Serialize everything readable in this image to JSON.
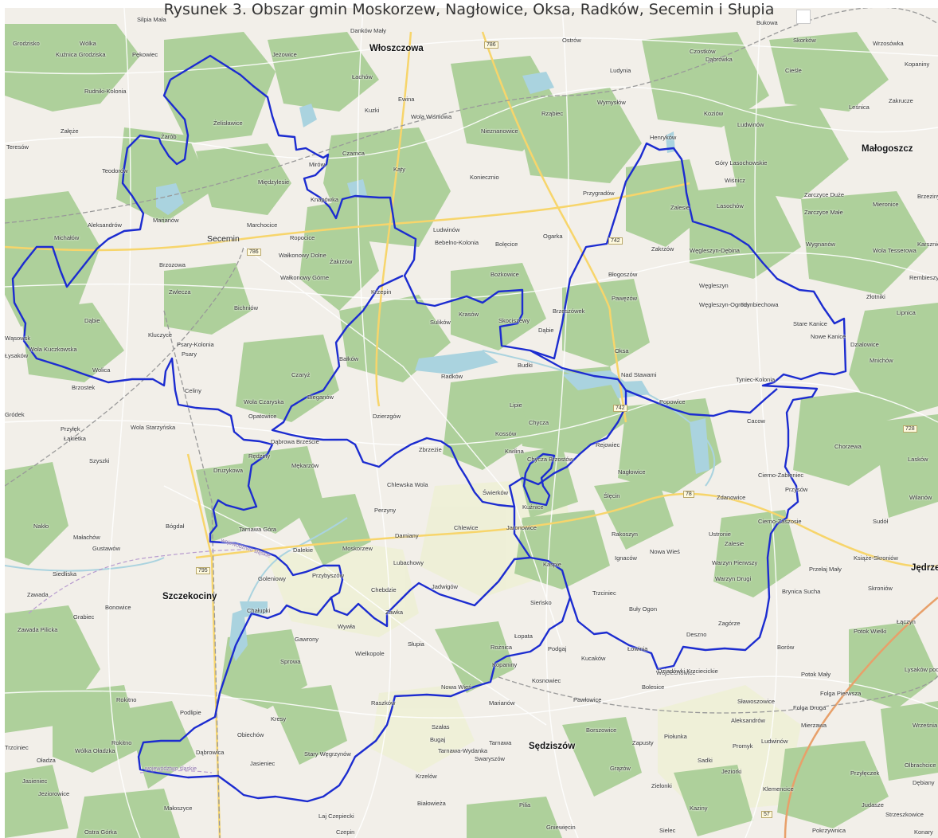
{
  "caption": "Rysunek 3. Obszar gmin Moskorzew, Nagłowice, Oksa, Radków, Secemin i Słupia",
  "colors": {
    "boundary": "#1c2cd0",
    "forest": "#aed09b",
    "farmland": "#eef0d5",
    "water": "#aad3df",
    "background": "#f2efe9",
    "road_major": "#f7d56b",
    "rail": "#999999"
  },
  "labels": {
    "cities": [
      {
        "name": "Włoszczowa"
      },
      {
        "name": "Szczekociny"
      },
      {
        "name": "Sędziszów"
      },
      {
        "name": "Małogoszcz"
      },
      {
        "name": "Jędrzej"
      }
    ],
    "villages": [
      {
        "name": "Silpia Mała"
      },
      {
        "name": "Danków Mały"
      },
      {
        "name": "Grodzisko"
      },
      {
        "name": "Wólka"
      },
      {
        "name": "Kuźnica Grodziska"
      },
      {
        "name": "Pękowiec"
      },
      {
        "name": "Jeżowice"
      },
      {
        "name": "Ostrów"
      },
      {
        "name": "Czostków"
      },
      {
        "name": "Bukowa"
      },
      {
        "name": "Skorków"
      },
      {
        "name": "Wrzosówka"
      },
      {
        "name": "Dąbrówka"
      },
      {
        "name": "Łachów"
      },
      {
        "name": "Ludynia"
      },
      {
        "name": "Kopaniny"
      },
      {
        "name": "Ewina"
      },
      {
        "name": "Cieśle"
      },
      {
        "name": "Kuzki"
      },
      {
        "name": "Wymysłów"
      },
      {
        "name": "Rudniki-Kolonia"
      },
      {
        "name": "Wola Wiśniowa"
      },
      {
        "name": "Rząbiec"
      },
      {
        "name": "Koziów"
      },
      {
        "name": "Leśnica"
      },
      {
        "name": "Zakrucze"
      },
      {
        "name": "Załęże"
      },
      {
        "name": "Żelisławice"
      },
      {
        "name": "Nieznanowice"
      },
      {
        "name": "Ludwinów"
      },
      {
        "name": "Henryków"
      },
      {
        "name": "Żarób"
      },
      {
        "name": "Czarnca"
      },
      {
        "name": "Teresów"
      },
      {
        "name": "Teodorów"
      },
      {
        "name": "Mirów"
      },
      {
        "name": "Kąty"
      },
      {
        "name": "Góry Lasochowskie"
      },
      {
        "name": "Wiśnicz"
      },
      {
        "name": "Międzylesie"
      },
      {
        "name": "Koniecznio"
      },
      {
        "name": "Przygradów"
      },
      {
        "name": "Zarczyce Duże"
      },
      {
        "name": "Brzeziny"
      },
      {
        "name": "Knapówka"
      },
      {
        "name": "Lasochów"
      },
      {
        "name": "Zarczyce Małe"
      },
      {
        "name": "Mieronice"
      },
      {
        "name": "Aleksandrów"
      },
      {
        "name": "Marianów"
      },
      {
        "name": "Marchocice"
      },
      {
        "name": "Ludwinów"
      },
      {
        "name": "Zalesie"
      },
      {
        "name": "Ogarka"
      },
      {
        "name": "Michałów"
      },
      {
        "name": "Secemin"
      },
      {
        "name": "Bolęcice"
      },
      {
        "name": "Wygnanów"
      },
      {
        "name": "Karsznice"
      },
      {
        "name": "Brzozowa"
      },
      {
        "name": "Ropocice"
      },
      {
        "name": "Bebelno-Kolonia"
      },
      {
        "name": "Zakrzów"
      },
      {
        "name": "Węgleszyn-Dębina"
      },
      {
        "name": "Wola Tesserowa"
      },
      {
        "name": "Wałkonowy Dolne"
      },
      {
        "name": "Żakrzów"
      },
      {
        "name": "Bożkowice"
      },
      {
        "name": "Błogoszów"
      },
      {
        "name": "Rembieszyce"
      },
      {
        "name": "Wałkonowy Górne"
      },
      {
        "name": "Pawęzów"
      },
      {
        "name": "Węgleszyn"
      },
      {
        "name": "Zwlecza"
      },
      {
        "name": "Krzepin"
      },
      {
        "name": "Rembiechowa"
      },
      {
        "name": "Złotniki"
      },
      {
        "name": "Lipnica"
      },
      {
        "name": "Bichniów"
      },
      {
        "name": "Węgleszyn-Ogrody"
      },
      {
        "name": "Dąbie"
      },
      {
        "name": "Krasów"
      },
      {
        "name": "Skociszewy"
      },
      {
        "name": "Brzeszówek"
      },
      {
        "name": "Stare Kanice"
      },
      {
        "name": "Sulików"
      },
      {
        "name": "Dąbie"
      },
      {
        "name": "Kluczyce"
      },
      {
        "name": "Wąsowsk"
      },
      {
        "name": "Psary-Kolonia"
      },
      {
        "name": "Nowe Kanice"
      },
      {
        "name": "Dzialowice"
      },
      {
        "name": "Wola Kuczkowska"
      },
      {
        "name": "Psary"
      },
      {
        "name": "Łysaków"
      },
      {
        "name": "Bałków"
      },
      {
        "name": "Oksa"
      },
      {
        "name": "Mnichów"
      },
      {
        "name": "Nad Stawami"
      },
      {
        "name": "Wolica"
      },
      {
        "name": "Czaryż"
      },
      {
        "name": "Radków"
      },
      {
        "name": "Budki"
      },
      {
        "name": "Tyniec-Kolonia"
      },
      {
        "name": "Brzostek"
      },
      {
        "name": "Celiny"
      },
      {
        "name": "Bieganów"
      },
      {
        "name": "Popowice"
      },
      {
        "name": "Wola Czaryska"
      },
      {
        "name": "Cacow"
      },
      {
        "name": "Gródek"
      },
      {
        "name": "Lipie"
      },
      {
        "name": "Przyłęk"
      },
      {
        "name": "Opatowice"
      },
      {
        "name": "Dzierzgów"
      },
      {
        "name": "Chycza"
      },
      {
        "name": "Wola Starzyńska"
      },
      {
        "name": "Łąkietka"
      },
      {
        "name": "Kossów"
      },
      {
        "name": "Rejowiec"
      },
      {
        "name": "Chorzewa"
      },
      {
        "name": "Dąbrowa"
      },
      {
        "name": "Brzeście"
      },
      {
        "name": "Szyszki"
      },
      {
        "name": "Rędziny"
      },
      {
        "name": "Kwilina"
      },
      {
        "name": "Mękarzów"
      },
      {
        "name": "Lasków"
      },
      {
        "name": "Zbrzeżie"
      },
      {
        "name": "Chycza Brzostów"
      },
      {
        "name": "Druzykowa"
      },
      {
        "name": "Nagłowice"
      },
      {
        "name": "Cierno-Żabieniec"
      },
      {
        "name": "Chlewska Wola"
      },
      {
        "name": "Przysów"
      },
      {
        "name": "Wilanów"
      },
      {
        "name": "Świerków"
      },
      {
        "name": "Ślęcin"
      },
      {
        "name": "Zdanowice"
      },
      {
        "name": "Kuźnice"
      },
      {
        "name": "Perzyny"
      },
      {
        "name": "Cierno-Zaszosie"
      },
      {
        "name": "Sudół"
      },
      {
        "name": "Nakło"
      },
      {
        "name": "Bógdał"
      },
      {
        "name": "Jaronowice"
      },
      {
        "name": "Chlewice"
      },
      {
        "name": "Rakoszyn"
      },
      {
        "name": "Ustronie"
      },
      {
        "name": "Małachów"
      },
      {
        "name": "Tarnawa Góra"
      },
      {
        "name": "Damiany"
      },
      {
        "name": "Zalesie"
      },
      {
        "name": "Gustawów"
      },
      {
        "name": "Nowa Wieś"
      },
      {
        "name": "Dalekie"
      },
      {
        "name": "Moskorzew"
      },
      {
        "name": "Książe-Skroniów"
      },
      {
        "name": "Siedliska"
      },
      {
        "name": "Ignaców"
      },
      {
        "name": "Warzyn Pierwszy"
      },
      {
        "name": "Przełaj Mały"
      },
      {
        "name": "Lubachowy"
      },
      {
        "name": "Zawada"
      },
      {
        "name": "Goleniowy"
      },
      {
        "name": "Kaspie"
      },
      {
        "name": "Warzyn Drugi"
      },
      {
        "name": "Skroniów"
      },
      {
        "name": "Jadwigów"
      },
      {
        "name": "Brynica Sucha"
      },
      {
        "name": "Bonowice"
      },
      {
        "name": "Chebdzie"
      },
      {
        "name": "Trzciniec"
      },
      {
        "name": "Przybyszów"
      },
      {
        "name": "Sieńsko"
      },
      {
        "name": "Buły Ogon"
      },
      {
        "name": "Grabiec"
      },
      {
        "name": "Łączyn"
      },
      {
        "name": "Zawada Pilicka"
      },
      {
        "name": "Chałupki"
      },
      {
        "name": "Zawka"
      },
      {
        "name": "Wywła"
      },
      {
        "name": "Łopata"
      },
      {
        "name": "Deszno"
      },
      {
        "name": "Zagórze"
      },
      {
        "name": "Gawrony"
      },
      {
        "name": "Rożnica"
      },
      {
        "name": "Podgaj"
      },
      {
        "name": "Potok Wielki"
      },
      {
        "name": "Łowinia"
      },
      {
        "name": "Słupia"
      },
      {
        "name": "Kucaków"
      },
      {
        "name": "Borów"
      },
      {
        "name": "Wielkopole"
      },
      {
        "name": "Kopaniny"
      },
      {
        "name": "Sprowa"
      },
      {
        "name": "Potok Mały"
      },
      {
        "name": "Wojciechowice"
      },
      {
        "name": "Kosnowiec"
      },
      {
        "name": "Lysaków pod Lasem"
      },
      {
        "name": "Nowa Wieś"
      },
      {
        "name": "Dziadówki Krzciecickie"
      },
      {
        "name": "Folga Pierwsza"
      },
      {
        "name": "Bolesice"
      },
      {
        "name": "Pawłowice"
      },
      {
        "name": "Rokitno"
      },
      {
        "name": "Marianów"
      },
      {
        "name": "Sławoszowice"
      },
      {
        "name": "Raszków"
      },
      {
        "name": "Folga Druga"
      },
      {
        "name": "Kresy"
      },
      {
        "name": "Aleksandrów"
      },
      {
        "name": "Mierzawa"
      },
      {
        "name": "Podlipie"
      },
      {
        "name": "Szałas"
      },
      {
        "name": "Borszowice"
      },
      {
        "name": "Września"
      },
      {
        "name": "Obiechów"
      },
      {
        "name": "Bugaj"
      },
      {
        "name": "Piołunka"
      },
      {
        "name": "Rokitno"
      },
      {
        "name": "Tarnawa"
      },
      {
        "name": "Tarnawa-Wydanka"
      },
      {
        "name": "Zapusty"
      },
      {
        "name": "Promyk"
      },
      {
        "name": "Ludwinów"
      },
      {
        "name": "Trzciniec"
      },
      {
        "name": "Wólka Oładzka"
      },
      {
        "name": "Dąbrowica"
      },
      {
        "name": "Stary Węgrzynów"
      },
      {
        "name": "Swaryszów"
      },
      {
        "name": "Sadki"
      },
      {
        "name": "Oładza"
      },
      {
        "name": "Jasieniec"
      },
      {
        "name": "Grązów"
      },
      {
        "name": "Jeziorki"
      },
      {
        "name": "Przyłęczek"
      },
      {
        "name": "Olbrachcice"
      },
      {
        "name": "Jasieniec"
      },
      {
        "name": "Krzelów"
      },
      {
        "name": "Dębiany"
      },
      {
        "name": "Jeziorowice"
      },
      {
        "name": "Zielonki"
      },
      {
        "name": "Klemencice"
      },
      {
        "name": "Białowieża"
      },
      {
        "name": "Pilia"
      },
      {
        "name": "Judasze"
      },
      {
        "name": "Małoszyce"
      },
      {
        "name": "Laj Czepiecki"
      },
      {
        "name": "Kaziny"
      },
      {
        "name": "Strzeszkowice"
      },
      {
        "name": "Gniewięcin"
      },
      {
        "name": "Sielec"
      },
      {
        "name": "Ostra Górka"
      },
      {
        "name": "Pokrzywnica"
      },
      {
        "name": "Czepin"
      },
      {
        "name": "Konary"
      }
    ],
    "voivodeship_borders": [
      {
        "text": "województwo śląskie"
      },
      {
        "text": "województwo śląskie"
      }
    ],
    "road_numbers": [
      {
        "text": "786"
      },
      {
        "text": "786"
      },
      {
        "text": "742"
      },
      {
        "text": "742"
      },
      {
        "text": "78"
      },
      {
        "text": "795"
      },
      {
        "text": "728"
      },
      {
        "text": "57"
      }
    ]
  }
}
